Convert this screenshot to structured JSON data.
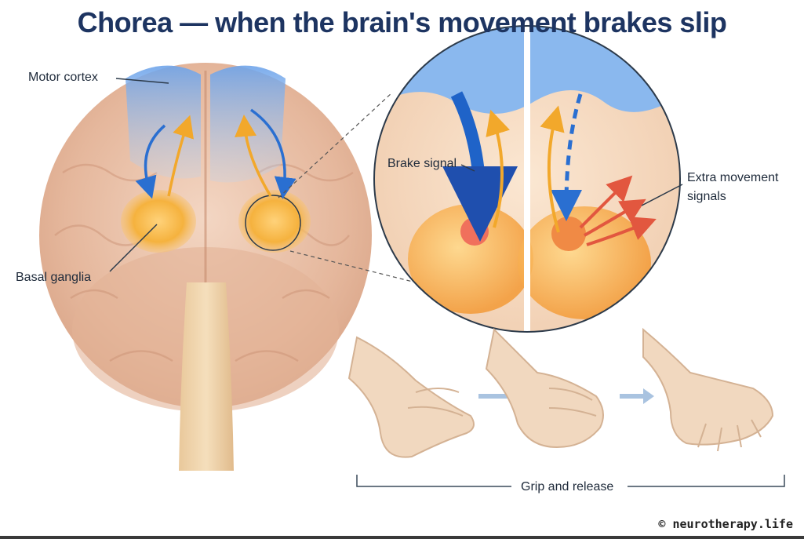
{
  "title": "Chorea — when the brain's movement brakes slip",
  "labels": {
    "motor_cortex": "Motor cortex",
    "basal_ganglia": "Basal ganglia",
    "brake_signal": "Brake signal",
    "extra_line1": "Extra movement",
    "extra_line2": "signals",
    "grip_release": "Grip and release"
  },
  "footer": "© neurotherapy.life",
  "colors": {
    "title": "#1d3461",
    "brain": "#e7bfa8",
    "cortex_blue": "#7fb0ea",
    "ganglia_orange": "#f4b03c",
    "brake_blue": "#1f63c8",
    "extra_red": "#e2573f",
    "skin": "#f1d8bf"
  }
}
